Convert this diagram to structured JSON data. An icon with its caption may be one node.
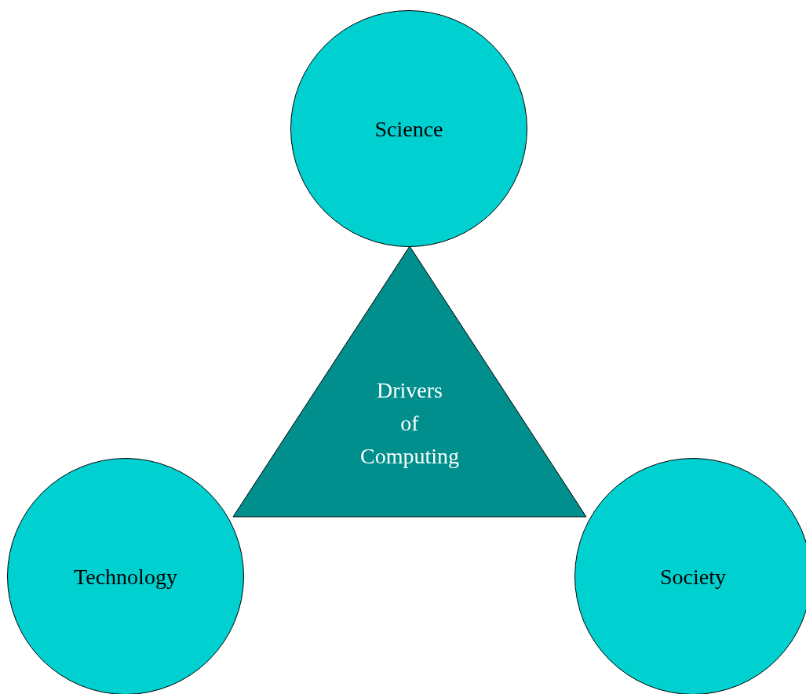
{
  "diagram": {
    "nodes": [
      {
        "text": [
          "Science"
        ]
      },
      {
        "text": [
          "Drivers of Computing"
        ]
      },
      {
        "text": [
          "Technology"
        ]
      },
      {
        "text": [
          "Society"
        ]
      }
    ]
  }
}
